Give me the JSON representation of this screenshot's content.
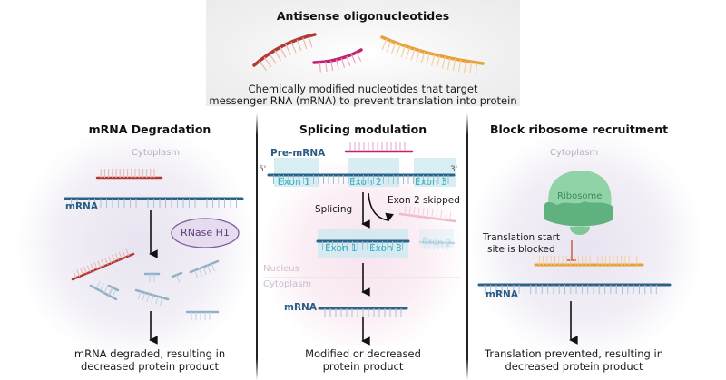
{
  "header": {
    "title": "Antisense oligonucleotides",
    "description_line1": "Chemically modified nucleotides that target",
    "description_line2": "messenger RNA (mRNA) to prevent translation into protein",
    "oligo_colors": [
      "#b03a32",
      "#c4226e",
      "#e8a03a"
    ]
  },
  "panels": [
    {
      "title": "mRNA Degradation",
      "compartment": "Cytoplasm",
      "strand_label": "mRNA",
      "enzyme": "RNase H1",
      "result_line1": "mRNA degraded, resulting in",
      "result_line2": "decreased protein product"
    },
    {
      "title": "Splicing modulation",
      "pre_label": "Pre-mRNA",
      "five_prime": "5'",
      "three_prime": "3'",
      "exons": [
        "Exon 1",
        "Exon 2",
        "Exon 3"
      ],
      "splicing_label": "Splicing",
      "skipped_label": "Exon 2 skipped",
      "skipped_exon": "Exon 2",
      "spliced_exons": [
        "Exon 1",
        "Exon 3"
      ],
      "nucleus_label": "Nucleus",
      "cytoplasm_label": "Cytoplasm",
      "strand_label": "mRNA",
      "result_line1": "Modified or decreased",
      "result_line2": "protein product"
    },
    {
      "title": "Block ribosome recruitment",
      "compartment": "Cytoplasm",
      "ribosome_label": "Ribosome",
      "blocked_line1": "Translation start",
      "blocked_line2": "site is blocked",
      "strand_label": "mRNA",
      "result_line1": "Translation prevented, resulting in",
      "result_line2": "decreased protein product"
    }
  ],
  "colors": {
    "mrna": "#2d6288",
    "mrna_ticks": "#a9c2d4",
    "exon_fill": "#cdeaf0",
    "aso_red": "#b03a32",
    "aso_pink": "#c4226e",
    "aso_orange": "#e8a03a",
    "ribosome": "#6cc08a",
    "rnase_fill": "#e6dcef",
    "rnase_stroke": "#7d5c98"
  }
}
